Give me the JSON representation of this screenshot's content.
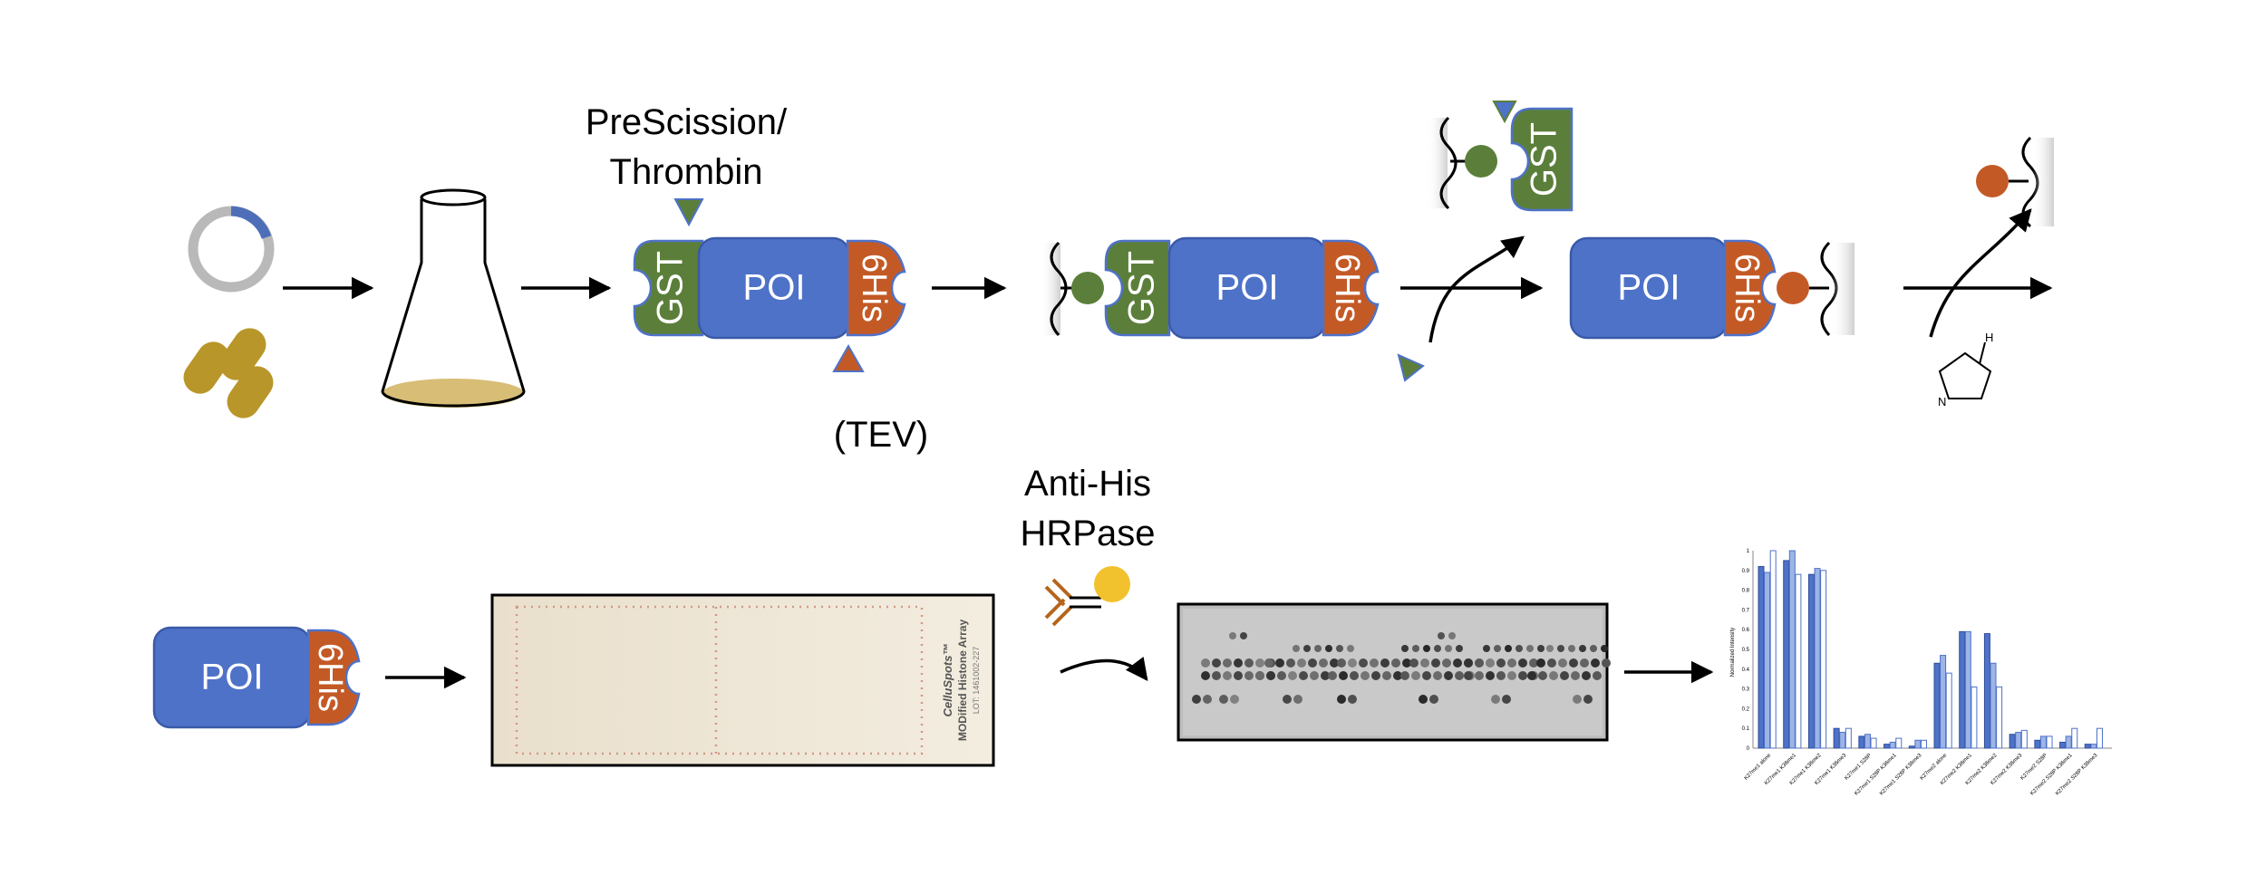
{
  "labels": {
    "protease_top": [
      "PreScission/",
      "Thrombin"
    ],
    "protease_bottom": "(TEV)",
    "antibody": [
      "Anti-His",
      "HRPase"
    ],
    "poi": "POI",
    "gst": "GST",
    "his": "6His"
  },
  "array_slide": {
    "brand": "CelluSpots™",
    "name": "MODified Histone Array",
    "lot": "LOT: 1461002-227"
  },
  "colors": {
    "poi": "#4e72c8",
    "gst": "#5b7f3a",
    "his": "#c35a26",
    "plasmid_blue": "#4e6fb8",
    "bacteria": "#b8962a",
    "flask_medium": "#d8bd76",
    "hrp": "#f2c12e",
    "antibody": "#b5651d"
  },
  "chart_data": {
    "type": "bar",
    "title": "",
    "xlabel": "",
    "ylabel": "Normalized Intensity",
    "ylim": [
      0,
      1
    ],
    "y_ticks": [
      "0",
      "0.1",
      "0.2",
      "0.3",
      "0.4",
      "0.5",
      "0.6",
      "0.7",
      "0.8",
      "0.9",
      "1"
    ],
    "categories": [
      "K27me1 alone",
      "K27me1 K36me1",
      "K27me1 K36me2",
      "K27me1 K36me3",
      "K27me1 S28P",
      "K27me1 S28P K36me1",
      "K27me1 S28P K36me3",
      "K27me2 alone",
      "K27me2 K36me1",
      "K27me2 K36me2",
      "K27me2 K36me3",
      "K27me2 S28P",
      "K27me2 S28P K36me1",
      "K27me2 S28P K36me3"
    ],
    "series": [
      {
        "values": [
          0.92,
          0.95,
          0.88,
          0.1,
          0.06,
          0.02,
          0.01,
          0.43,
          0.59,
          0.58,
          0.07,
          0.04,
          0.03,
          0.02
        ]
      },
      {
        "values": [
          0.89,
          1.0,
          0.91,
          0.08,
          0.07,
          0.03,
          0.04,
          0.47,
          0.59,
          0.43,
          0.08,
          0.06,
          0.06,
          0.02
        ]
      },
      {
        "values": [
          1.0,
          0.88,
          0.9,
          0.1,
          0.05,
          0.05,
          0.04,
          0.38,
          0.31,
          0.31,
          0.09,
          0.06,
          0.1,
          0.1
        ]
      }
    ]
  }
}
